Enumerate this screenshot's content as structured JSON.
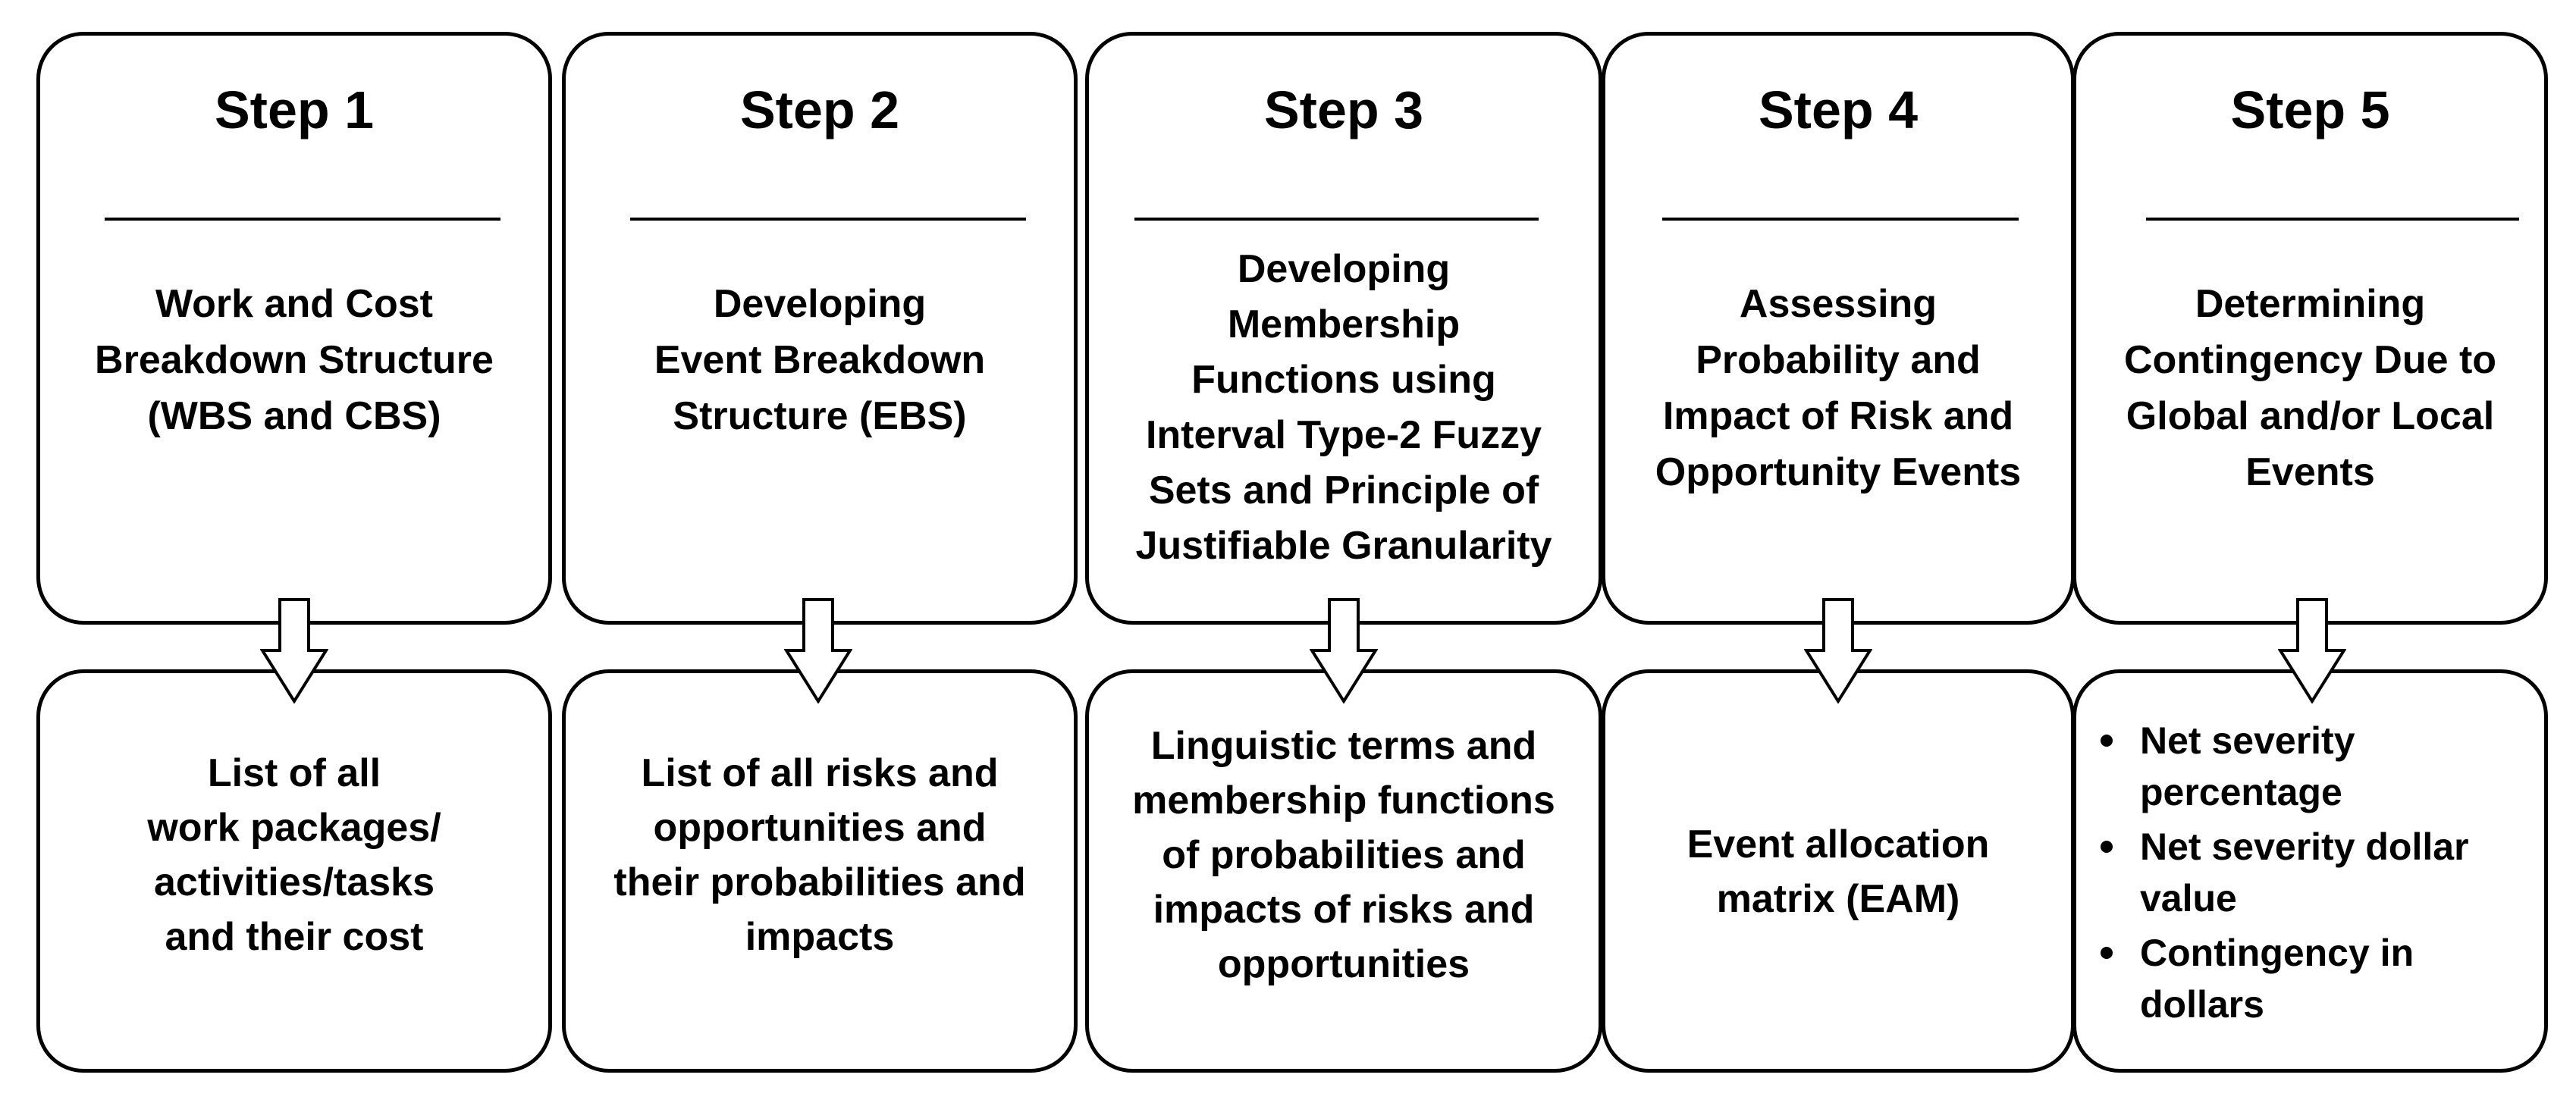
{
  "steps": [
    {
      "title": "Step 1",
      "desc_lines": [
        "Work and Cost",
        "Breakdown Structure",
        "(WBS and CBS)"
      ],
      "output_lines": [
        "List of all",
        "work packages/",
        "activities/tasks",
        "and their cost"
      ]
    },
    {
      "title": "Step 2",
      "desc_lines": [
        "Developing",
        "Event Breakdown",
        "Structure (EBS)"
      ],
      "output_lines": [
        "List of all risks and",
        "opportunities and",
        "their probabilities and",
        "impacts"
      ]
    },
    {
      "title": "Step 3",
      "desc_lines": [
        "Developing",
        "Membership",
        "Functions using",
        "Interval Type-2 Fuzzy",
        "Sets and Principle of",
        "Justifiable Granularity"
      ],
      "output_lines": [
        "Linguistic terms and",
        "membership functions",
        "of probabilities and",
        "impacts of risks and",
        "opportunities"
      ]
    },
    {
      "title": "Step 4",
      "desc_lines": [
        "Assessing",
        "Probability and",
        "Impact of Risk and",
        "Opportunity Events"
      ],
      "output_lines": [
        "Event allocation",
        "matrix (EAM)"
      ]
    },
    {
      "title": "Step 5",
      "desc_lines": [
        "Determining",
        "Contingency Due to",
        "Global and/or Local",
        "Events"
      ],
      "output_bullets": [
        [
          "Net severity",
          "percentage"
        ],
        [
          "Net severity dollar",
          "value"
        ],
        [
          "Contingency in",
          "dollars"
        ]
      ]
    }
  ]
}
